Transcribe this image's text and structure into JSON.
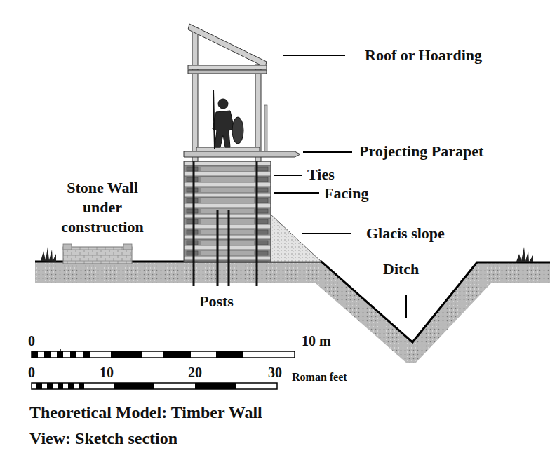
{
  "diagram": {
    "title": "Theoretical Model: Timber Wall",
    "caption": "View: Sketch section",
    "labels": [
      "Roof or Hoarding",
      "Projecting Parapet",
      "Ties",
      "Facing",
      "Glacis slope",
      "Ditch",
      "Stone Wall under construction",
      "Posts",
      "0",
      "10 m",
      "0",
      "10",
      "20",
      "30",
      "Roman feet"
    ]
  }
}
